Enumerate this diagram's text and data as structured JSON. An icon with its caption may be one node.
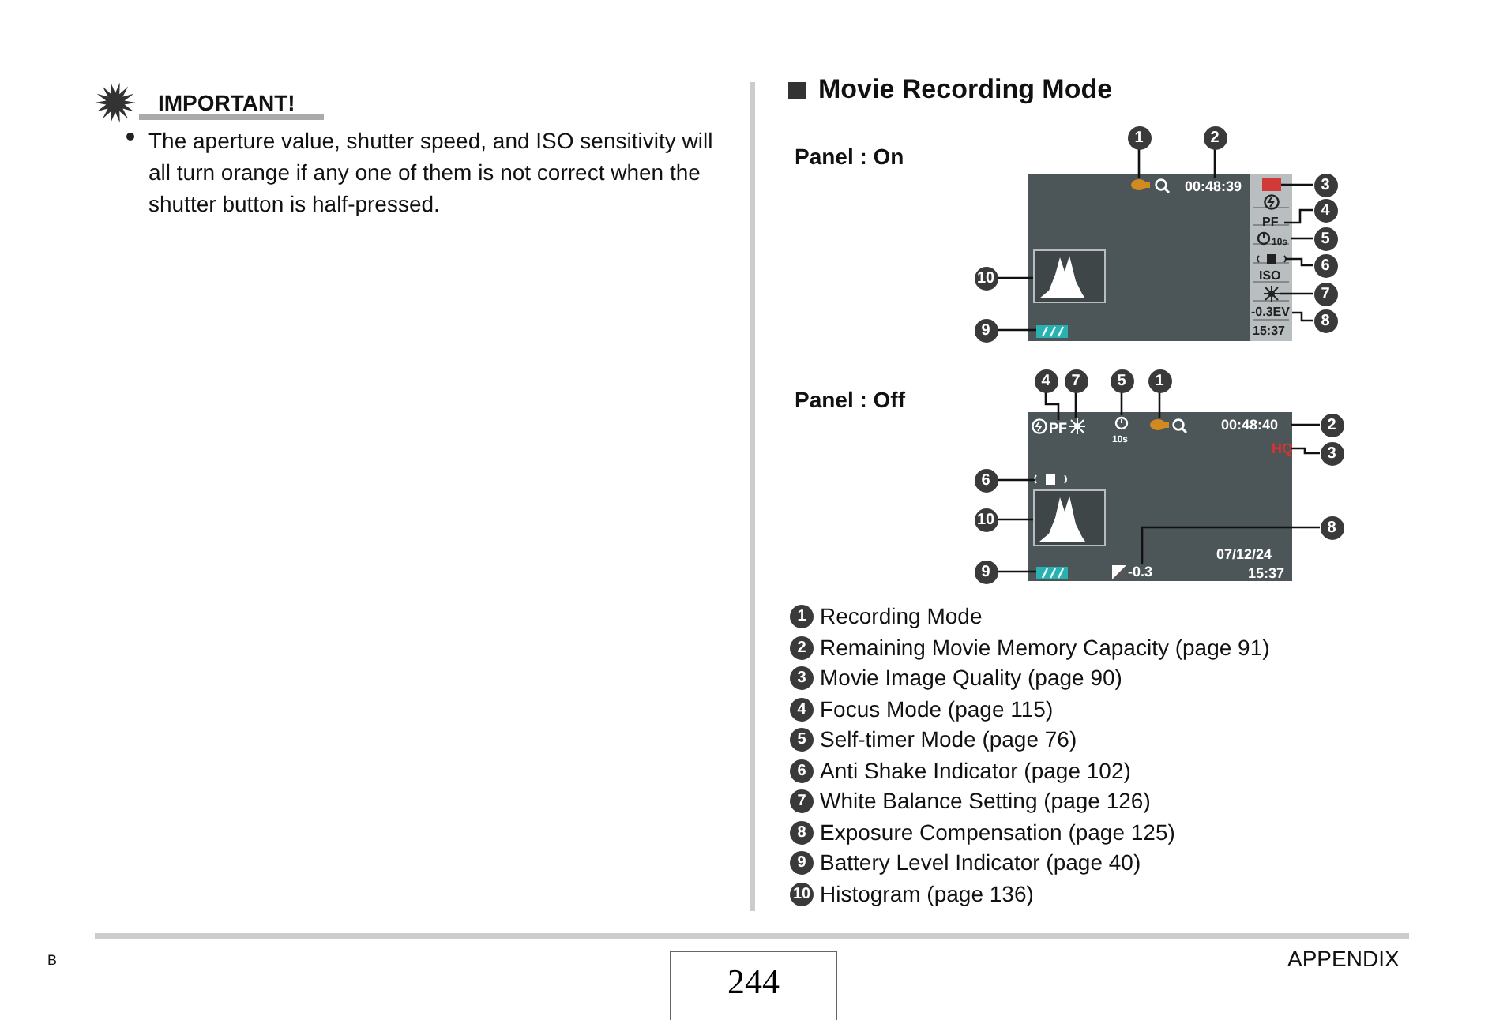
{
  "diagram": {
    "nodes": [
      {
        "text": [],
        "shape": "screen"
      },
      {
        "text": [],
        "shape": "camcorder",
        "in": 0
      },
      {
        "text": [
          "00:48:39"
        ],
        "in": 0
      },
      {
        "text": [],
        "shape": "box",
        "in": 0
      },
      {
        "text": [
          "PF"
        ],
        "in": 0
      },
      {
        "text": [
          "10s"
        ],
        "in": 0
      },
      {
        "text": [],
        "shape": "hand",
        "in": 0
      },
      {
        "text": [],
        "shape": "sun",
        "in": 0
      },
      {
        "text": [
          "-0.3EV"
        ],
        "in": 0
      },
      {
        "text": [],
        "shape": "battery",
        "in": 0
      },
      {
        "text": [],
        "shape": "histogram",
        "in": 0
      },
      {
        "text": [
          "1"
        ]
      },
      {
        "text": [
          "2"
        ]
      },
      {
        "text": [
          "3"
        ]
      },
      {
        "text": [
          "4"
        ]
      },
      {
        "text": [
          "5"
        ]
      },
      {
        "text": [
          "6"
        ]
      },
      {
        "text": [
          "7"
        ]
      },
      {
        "text": [
          "8"
        ]
      },
      {
        "text": [
          "9"
        ]
      },
      {
        "text": [
          "10"
        ]
      },
      {
        "text": [],
        "shape": "screen"
      },
      {
        "text": [],
        "shape": "camcorder",
        "in": 21
      },
      {
        "text": [
          "00:48:40"
        ],
        "in": 21
      },
      {
        "text": [
          "HQ"
        ],
        "in": 21
      },
      {
        "text": [
          "PF"
        ],
        "in": 21
      },
      {
        "text": [
          "10s"
        ],
        "in": 21
      },
      {
        "text": [],
        "shape": "hand",
        "in": 21
      },
      {
        "text": [],
        "shape": "sun",
        "in": 21
      },
      {
        "text": [
          "-0.3"
        ],
        "in": 21
      },
      {
        "text": [],
        "shape": "battery",
        "in": 21
      },
      {
        "text": [],
        "shape": "histogram",
        "in": 21
      },
      {
        "text": [
          "1"
        ]
      },
      {
        "text": [
          "2"
        ]
      },
      {
        "text": [
          "3"
        ]
      },
      {
        "text": [
          "4"
        ]
      },
      {
        "text": [
          "5"
        ]
      },
      {
        "text": [
          "6"
        ]
      },
      {
        "text": [
          "7"
        ]
      },
      {
        "text": [
          "8"
        ]
      },
      {
        "text": [
          "9"
        ]
      },
      {
        "text": [
          "10"
        ]
      }
    ],
    "edges": [
      {
        "from": 11,
        "to": 1,
        "arrow": "none"
      },
      {
        "from": 12,
        "to": 2,
        "arrow": "none"
      },
      {
        "from": 13,
        "to": 3,
        "arrow": "none"
      },
      {
        "from": 14,
        "to": 4,
        "arrow": "none"
      },
      {
        "from": 15,
        "to": 5,
        "arrow": "none"
      },
      {
        "from": 16,
        "to": 6,
        "arrow": "none"
      },
      {
        "from": 17,
        "to": 7,
        "arrow": "none"
      },
      {
        "from": 18,
        "to": 8,
        "arrow": "none"
      },
      {
        "from": 19,
        "to": 9,
        "arrow": "none"
      },
      {
        "from": 20,
        "to": 10,
        "arrow": "none"
      },
      {
        "from": 32,
        "to": 22,
        "arrow": "none"
      },
      {
        "from": 33,
        "to": 23,
        "arrow": "none"
      },
      {
        "from": 34,
        "to": 24,
        "arrow": "none"
      },
      {
        "from": 35,
        "to": 25,
        "arrow": "none"
      },
      {
        "from": 36,
        "to": 26,
        "arrow": "none"
      },
      {
        "from": 37,
        "to": 27,
        "arrow": "none"
      },
      {
        "from": 38,
        "to": 28,
        "arrow": "none"
      },
      {
        "from": 39,
        "to": 29,
        "arrow": "none"
      },
      {
        "from": 40,
        "to": 30,
        "arrow": "none"
      },
      {
        "from": 41,
        "to": 31,
        "arrow": "none"
      }
    ],
    "labels": [
      "IMPORTANT!",
      "The aperture value, shutter speed, and ISO sensitivity will all turn orange if any one of them is not correct when the shutter button is half-pressed.",
      "Movie Recording Mode",
      "Panel : On",
      "ISO",
      "15:37",
      "Panel : Off",
      "07/12/24",
      "15:37",
      "1",
      "Recording Mode",
      "2",
      "Remaining Movie Memory Capacity (page 91)",
      "3",
      "Movie Image Quality (page 90)",
      "4",
      "Focus Mode (page 115)",
      "5",
      "Self-timer Mode (page 76)",
      "6",
      "Anti Shake Indicator (page 102)",
      "7",
      "White Balance Setting (page 126)",
      "8",
      "Exposure Compensation (page 125)",
      "9",
      "Battery Level Indicator (page 40)",
      "10",
      "Histogram (page 136)",
      "B",
      "APPENDIX",
      "244"
    ]
  }
}
